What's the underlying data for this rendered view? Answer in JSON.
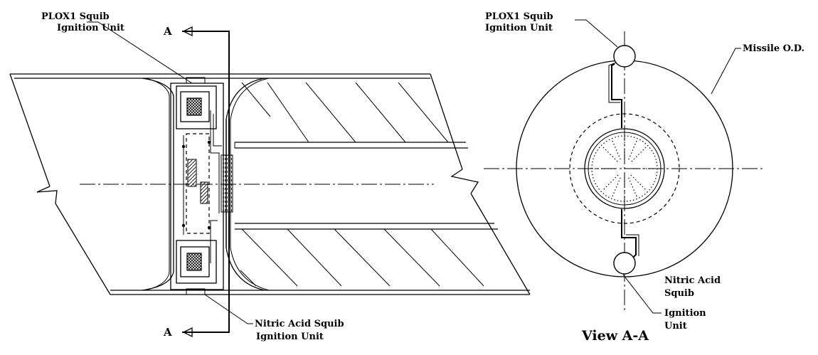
{
  "side_view": {
    "plox1_label_line1": "PLOX1 Squib",
    "plox1_label_line2": "Ignition Unit",
    "section_marker_top": "A",
    "section_marker_bottom": "A",
    "nitric_label_line1": "Nitric Acid Squib",
    "nitric_label_line2": "Ignition Unit"
  },
  "section_view": {
    "plox1_label_line1": "PLOX1 Squib",
    "plox1_label_line2": "Ignition Unit",
    "missile_label": "Missile O.D.",
    "nitric_label_line1": "Nitric Acid",
    "nitric_label_line2": "Squib",
    "nitric_label_line3": "Ignition",
    "nitric_label_line4": "Unit",
    "title": "View A-A"
  }
}
